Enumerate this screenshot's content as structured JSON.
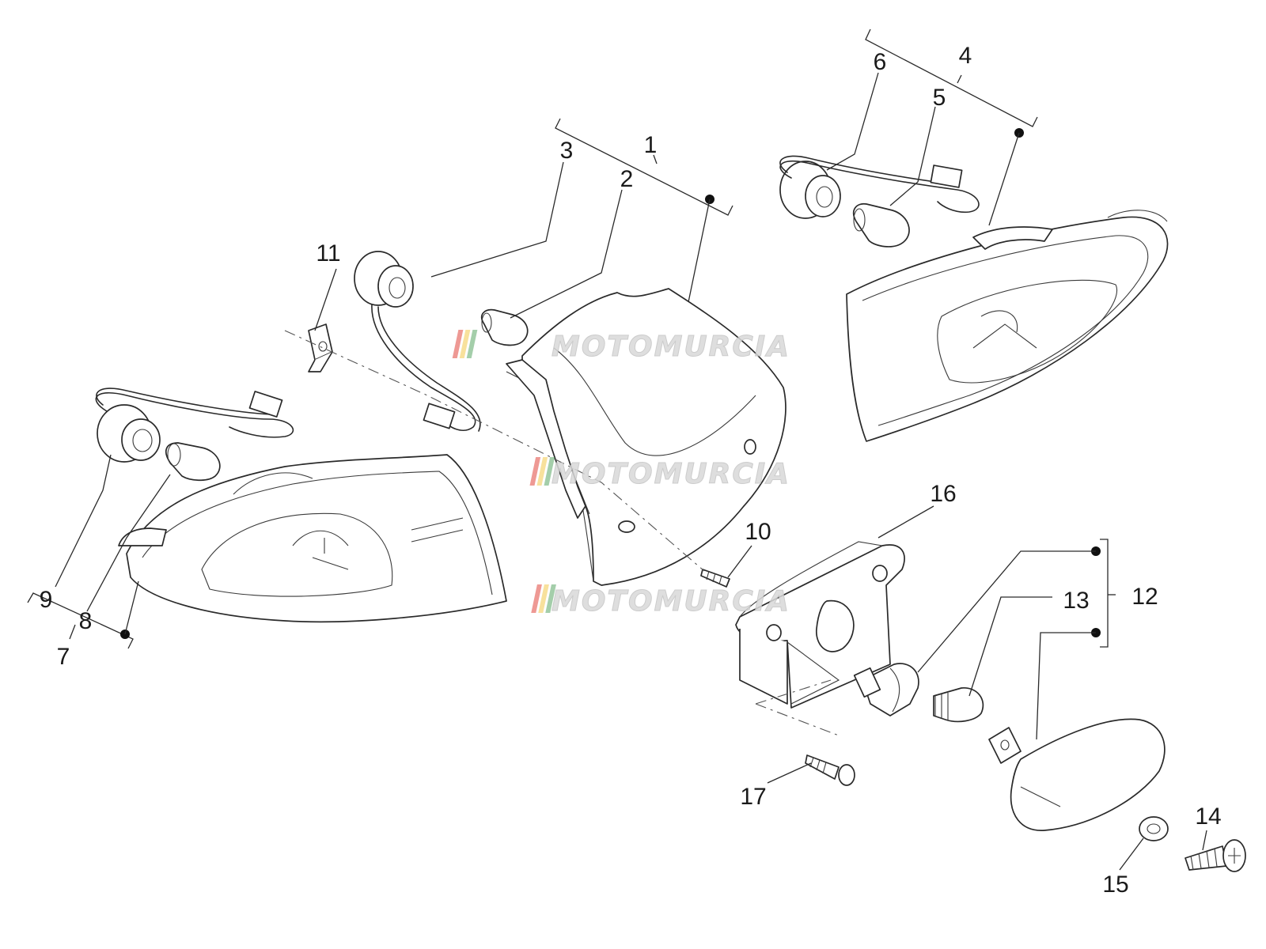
{
  "callouts": [
    "1",
    "2",
    "3",
    "4",
    "5",
    "6",
    "7",
    "8",
    "9",
    "10",
    "11",
    "12",
    "13",
    "14",
    "15",
    "16",
    "17"
  ],
  "watermark": {
    "text": "MOTOMURCIA",
    "stripe_colors": [
      "#e0463c",
      "#f2c84b",
      "#5aa564"
    ]
  }
}
